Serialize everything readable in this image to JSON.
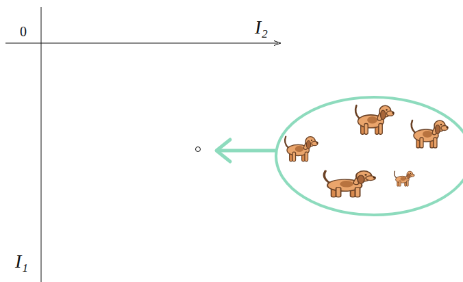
{
  "diagram": {
    "labels": [
      "0",
      "I₂",
      "I₁"
    ]
  }
}
